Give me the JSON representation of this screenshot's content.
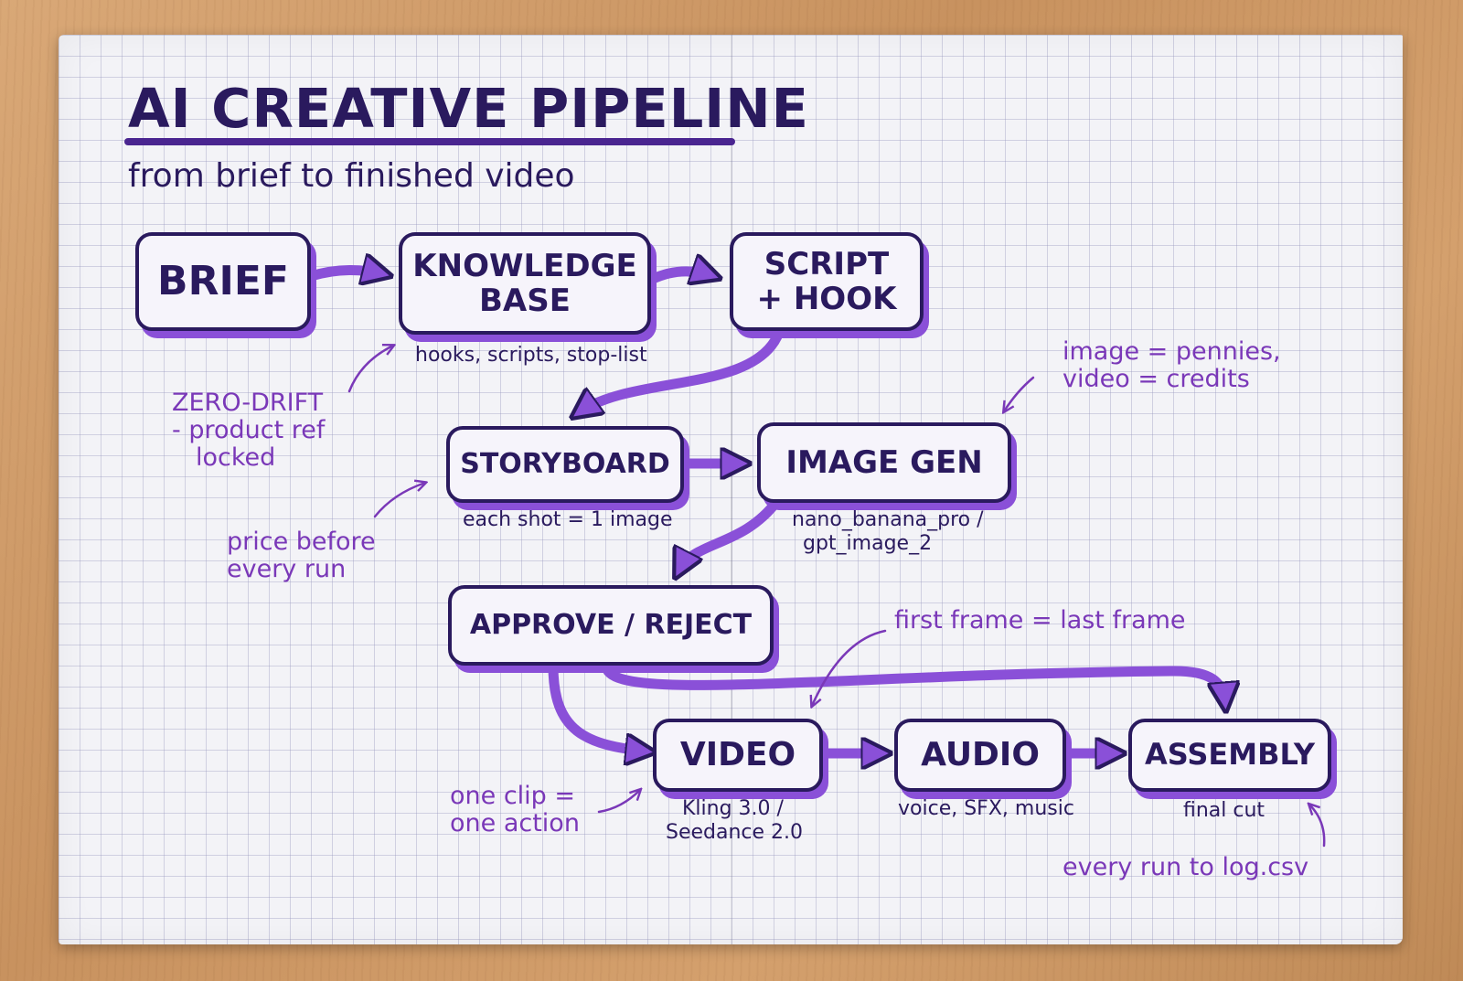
{
  "title": "AI CREATIVE PIPELINE",
  "subtitle": "from brief to finished video",
  "colors": {
    "ink": "#2a1a5e",
    "accent": "#8a50d8",
    "annotation": "#7a38b8",
    "paper": "#f3f3f7"
  },
  "nodes": {
    "brief": {
      "label": "BRIEF"
    },
    "knowledge_base": {
      "label_line1": "KNOWLEDGE",
      "label_line2": "BASE",
      "note": "hooks, scripts, stop-list"
    },
    "script_hook": {
      "label_line1": "SCRIPT",
      "label_line2": "+ HOOK"
    },
    "storyboard": {
      "label": "STORYBOARD",
      "note": "each shot = 1 image"
    },
    "image_gen": {
      "label": "IMAGE GEN",
      "note_line1": "nano_banana_pro /",
      "note_line2": "gpt_image_2"
    },
    "approve_reject": {
      "label": "APPROVE / REJECT"
    },
    "video": {
      "label": "VIDEO",
      "note_line1": "Kling 3.0 /",
      "note_line2": "Seedance 2.0"
    },
    "audio": {
      "label": "AUDIO",
      "note": "voice, SFX, music"
    },
    "assembly": {
      "label": "ASSEMBLY",
      "note": "final cut"
    }
  },
  "annotations": {
    "zero_drift": [
      "ZERO-DRIFT",
      "- product ref",
      "locked"
    ],
    "price": [
      "price before",
      "every run"
    ],
    "pennies": [
      "image = pennies,",
      "video = credits"
    ],
    "first_frame": "first frame = last frame",
    "one_clip": [
      "one clip =",
      "one action"
    ],
    "log": "every run to log.csv"
  }
}
